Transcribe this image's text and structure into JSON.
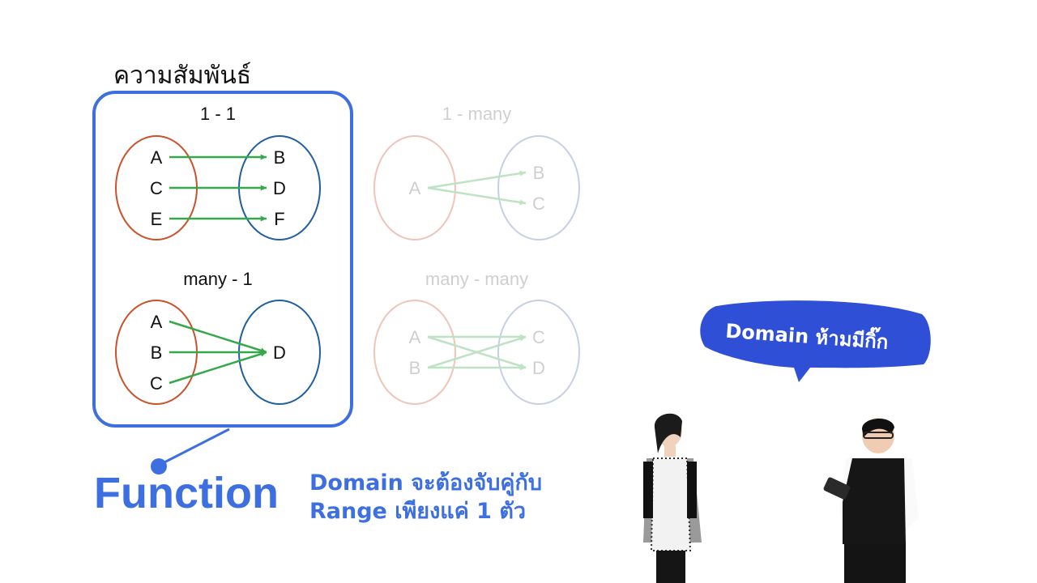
{
  "heading": "ความสัมพันธ์",
  "colors": {
    "blue": "#3d6fe0",
    "domain_oval": "#c9522b",
    "range_oval": "#1f5fa0",
    "arrow": "#35a84a",
    "faded": "#cfcfcf"
  },
  "diagrams": {
    "one_to_one": {
      "title": "1 - 1",
      "domain": [
        "A",
        "C",
        "E"
      ],
      "range": [
        "B",
        "D",
        "F"
      ],
      "pairs": [
        [
          "A",
          "B"
        ],
        [
          "C",
          "D"
        ],
        [
          "E",
          "F"
        ]
      ],
      "faded": false
    },
    "one_to_many": {
      "title": "1 - many",
      "domain": [
        "A"
      ],
      "range": [
        "B",
        "C"
      ],
      "pairs": [
        [
          "A",
          "B"
        ],
        [
          "A",
          "C"
        ]
      ],
      "faded": true
    },
    "many_to_one": {
      "title": "many - 1",
      "domain": [
        "A",
        "B",
        "C"
      ],
      "range": [
        "D"
      ],
      "pairs": [
        [
          "A",
          "D"
        ],
        [
          "B",
          "D"
        ],
        [
          "C",
          "D"
        ]
      ],
      "faded": false
    },
    "many_to_many": {
      "title": "many - many",
      "domain": [
        "A",
        "B"
      ],
      "range": [
        "C",
        "D"
      ],
      "pairs": [
        [
          "A",
          "C"
        ],
        [
          "A",
          "D"
        ],
        [
          "B",
          "C"
        ],
        [
          "B",
          "D"
        ]
      ],
      "faded": true
    }
  },
  "function_label": "Function",
  "function_desc": {
    "line1": "Domain จะต้องจับคู่กับ",
    "line2": "Range เพียงแค่ 1 ตัว"
  },
  "speech_bubble": "Domain ห้ามมีกิ๊ก"
}
